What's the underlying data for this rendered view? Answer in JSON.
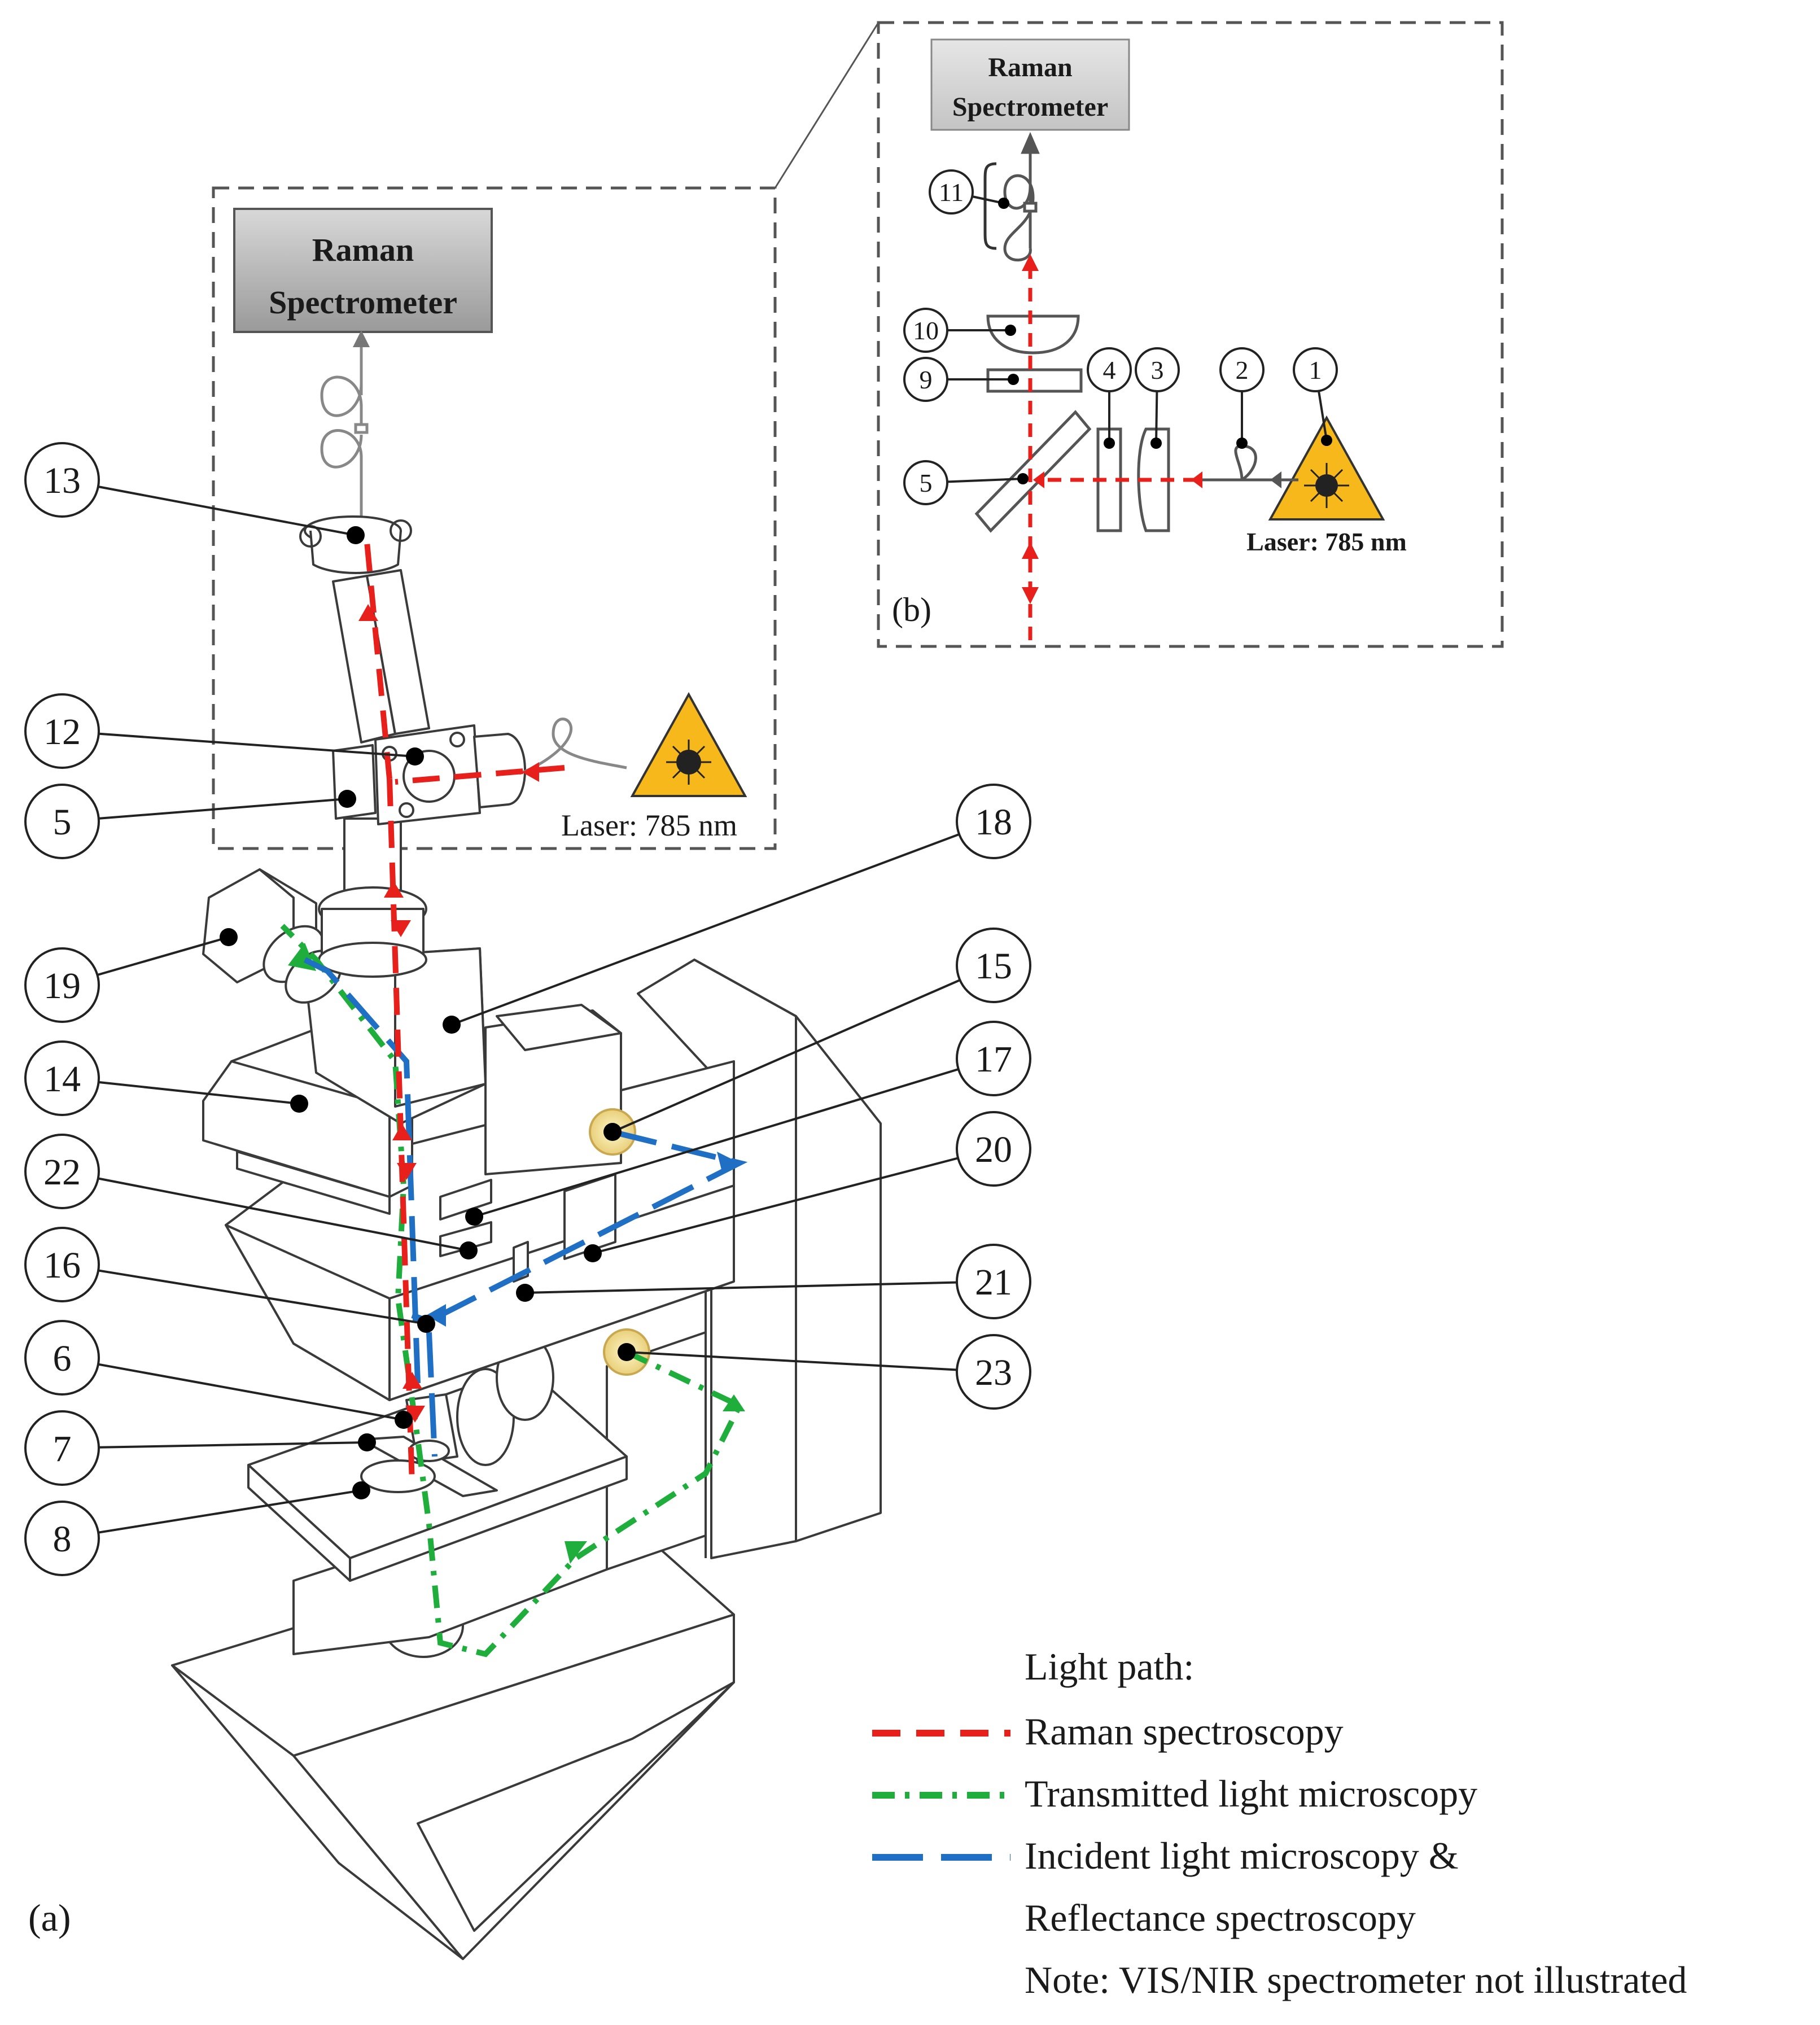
{
  "panel_a": {
    "spectrometer_title_1": "Raman",
    "spectrometer_title_2": "Spectrometer",
    "laser_label": "Laser: 785 nm",
    "panel_label": "(a)",
    "callouts": [
      "13",
      "12",
      "5",
      "19",
      "14",
      "22",
      "16",
      "6",
      "7",
      "8",
      "18",
      "15",
      "17",
      "20",
      "21",
      "23"
    ]
  },
  "panel_b": {
    "spectrometer_title_1": "Raman",
    "spectrometer_title_2": "Spectrometer",
    "laser_label": "Laser: 785 nm",
    "panel_label": "(b)",
    "callouts": [
      "11",
      "10",
      "9",
      "5",
      "4",
      "3",
      "2",
      "1"
    ]
  },
  "legend": {
    "title": "Light path:",
    "items": [
      {
        "label": "Raman spectroscopy",
        "color": "#e8201c",
        "style": "dashed"
      },
      {
        "label": "Transmitted light microscopy",
        "color": "#1fae3c",
        "style": "dash-dot"
      },
      {
        "label": "Incident light microscopy &",
        "color": "#1f6fc4",
        "style": "long-dash"
      }
    ],
    "continuation": "Reflectance spectroscopy",
    "note": "Note: VIS/NIR spectrometer not illustrated"
  }
}
